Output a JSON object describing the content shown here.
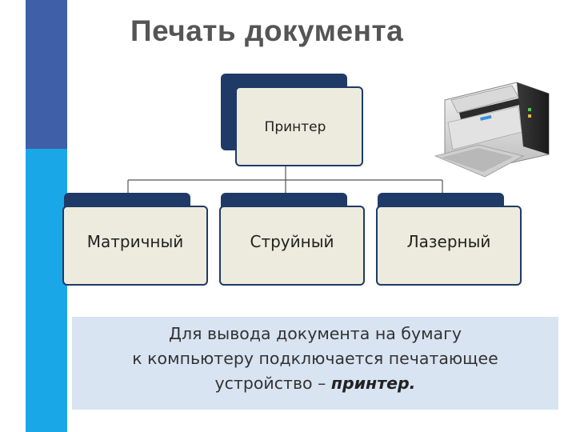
{
  "title": "Печать документа",
  "diagram": {
    "root": "Принтер",
    "children": [
      "Матричный",
      "Струйный",
      "Лазерный"
    ]
  },
  "info": {
    "line1": "Для вывода документа на бумагу",
    "line2": "к компьютеру подключается печатающее",
    "line3_prefix": "устройство – ",
    "line3_emphasis": "принтер."
  },
  "colors": {
    "stripe_top": "#3f5fa8",
    "stripe_bottom": "#1aa7e8",
    "node_dark": "#1f3a66",
    "node_light": "#ecebdd",
    "info_background": "#d8e4f2"
  },
  "image": "printer-image"
}
